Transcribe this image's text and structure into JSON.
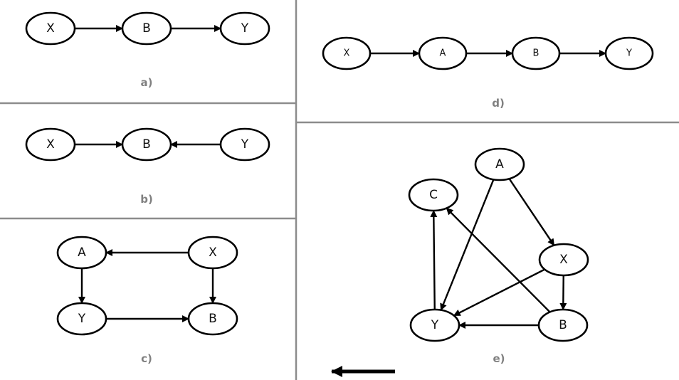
{
  "colors": {
    "divider": "#8c8c8c",
    "label": "#808080",
    "stroke": "#000000"
  },
  "panels": [
    {
      "id": "a",
      "label": "a)",
      "nodes": [
        "X",
        "B",
        "Y"
      ],
      "edges": [
        [
          "X",
          "B"
        ],
        [
          "B",
          "Y"
        ]
      ]
    },
    {
      "id": "b",
      "label": "b)",
      "nodes": [
        "X",
        "B",
        "Y"
      ],
      "edges": [
        [
          "X",
          "B"
        ],
        [
          "Y",
          "B"
        ]
      ]
    },
    {
      "id": "c",
      "label": "c)",
      "nodes": [
        "A",
        "X",
        "Y",
        "B"
      ],
      "edges": [
        [
          "X",
          "A"
        ],
        [
          "A",
          "Y"
        ],
        [
          "X",
          "B"
        ],
        [
          "Y",
          "B"
        ]
      ]
    },
    {
      "id": "d",
      "label": "d)",
      "nodes": [
        "X",
        "A",
        "B",
        "Y"
      ],
      "edges": [
        [
          "X",
          "A"
        ],
        [
          "A",
          "B"
        ],
        [
          "B",
          "Y"
        ]
      ]
    },
    {
      "id": "e",
      "label": "e)",
      "nodes": [
        "A",
        "C",
        "X",
        "Y",
        "B"
      ],
      "edges": [
        [
          "A",
          "X"
        ],
        [
          "A",
          "Y"
        ],
        [
          "X",
          "B"
        ],
        [
          "X",
          "Y"
        ],
        [
          "B",
          "Y"
        ],
        [
          "B",
          "C"
        ],
        [
          "Y",
          "C"
        ]
      ]
    }
  ],
  "extra": {
    "arrow_icon": "left-arrow"
  }
}
